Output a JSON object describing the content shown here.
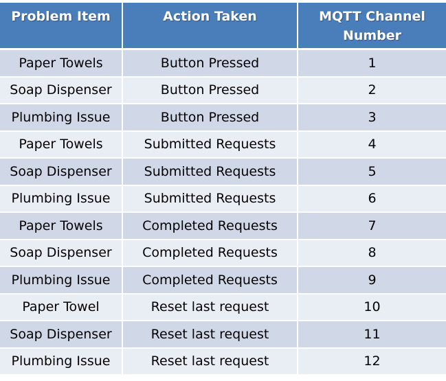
{
  "table": {
    "headers": [
      "Problem Item",
      "Action Taken",
      "MQTT Channel Number"
    ],
    "rows": [
      [
        "Paper Towels",
        "Button Pressed",
        "1"
      ],
      [
        "Soap Dispenser",
        "Button Pressed",
        "2"
      ],
      [
        "Plumbing Issue",
        "Button Pressed",
        "3"
      ],
      [
        "Paper Towels",
        "Submitted Requests",
        "4"
      ],
      [
        "Soap Dispenser",
        "Submitted Requests",
        "5"
      ],
      [
        "Plumbing Issue",
        "Submitted Requests",
        "6"
      ],
      [
        "Paper Towels",
        "Completed Requests",
        "7"
      ],
      [
        "Soap Dispenser",
        "Completed Requests",
        "8"
      ],
      [
        "Plumbing Issue",
        "Completed Requests",
        "9"
      ],
      [
        "Paper Towel",
        "Reset last request",
        "10"
      ],
      [
        "Soap Dispenser",
        "Reset last request",
        "11"
      ],
      [
        "Plumbing Issue",
        "Reset last request",
        "12"
      ]
    ]
  },
  "colors": {
    "header_bg": "#4a7ebb",
    "row_odd_bg": "#d0d8e8",
    "row_even_bg": "#e9edf4"
  }
}
